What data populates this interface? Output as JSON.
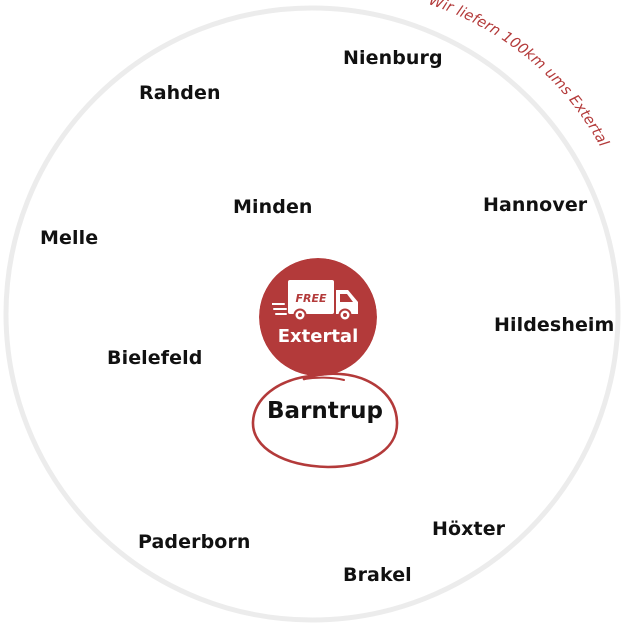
{
  "colors": {
    "accent": "#b33a3a",
    "ring": "#ececec",
    "text": "#111111",
    "badge_text": "#ffffff"
  },
  "delivery_note": "Wir liefern 100km ums Extertal",
  "center": {
    "truck_tag": "FREE",
    "label": "Extertal",
    "icon": "delivery-truck-icon"
  },
  "home_city": "Barntrup",
  "cities": {
    "nienburg": "Nienburg",
    "rahden": "Rahden",
    "minden": "Minden",
    "hannover": "Hannover",
    "melle": "Melle",
    "hildesheim": "Hildesheim",
    "bielefeld": "Bielefeld",
    "paderborn": "Paderborn",
    "hoexter": "Höxter",
    "brakel": "Brakel"
  }
}
